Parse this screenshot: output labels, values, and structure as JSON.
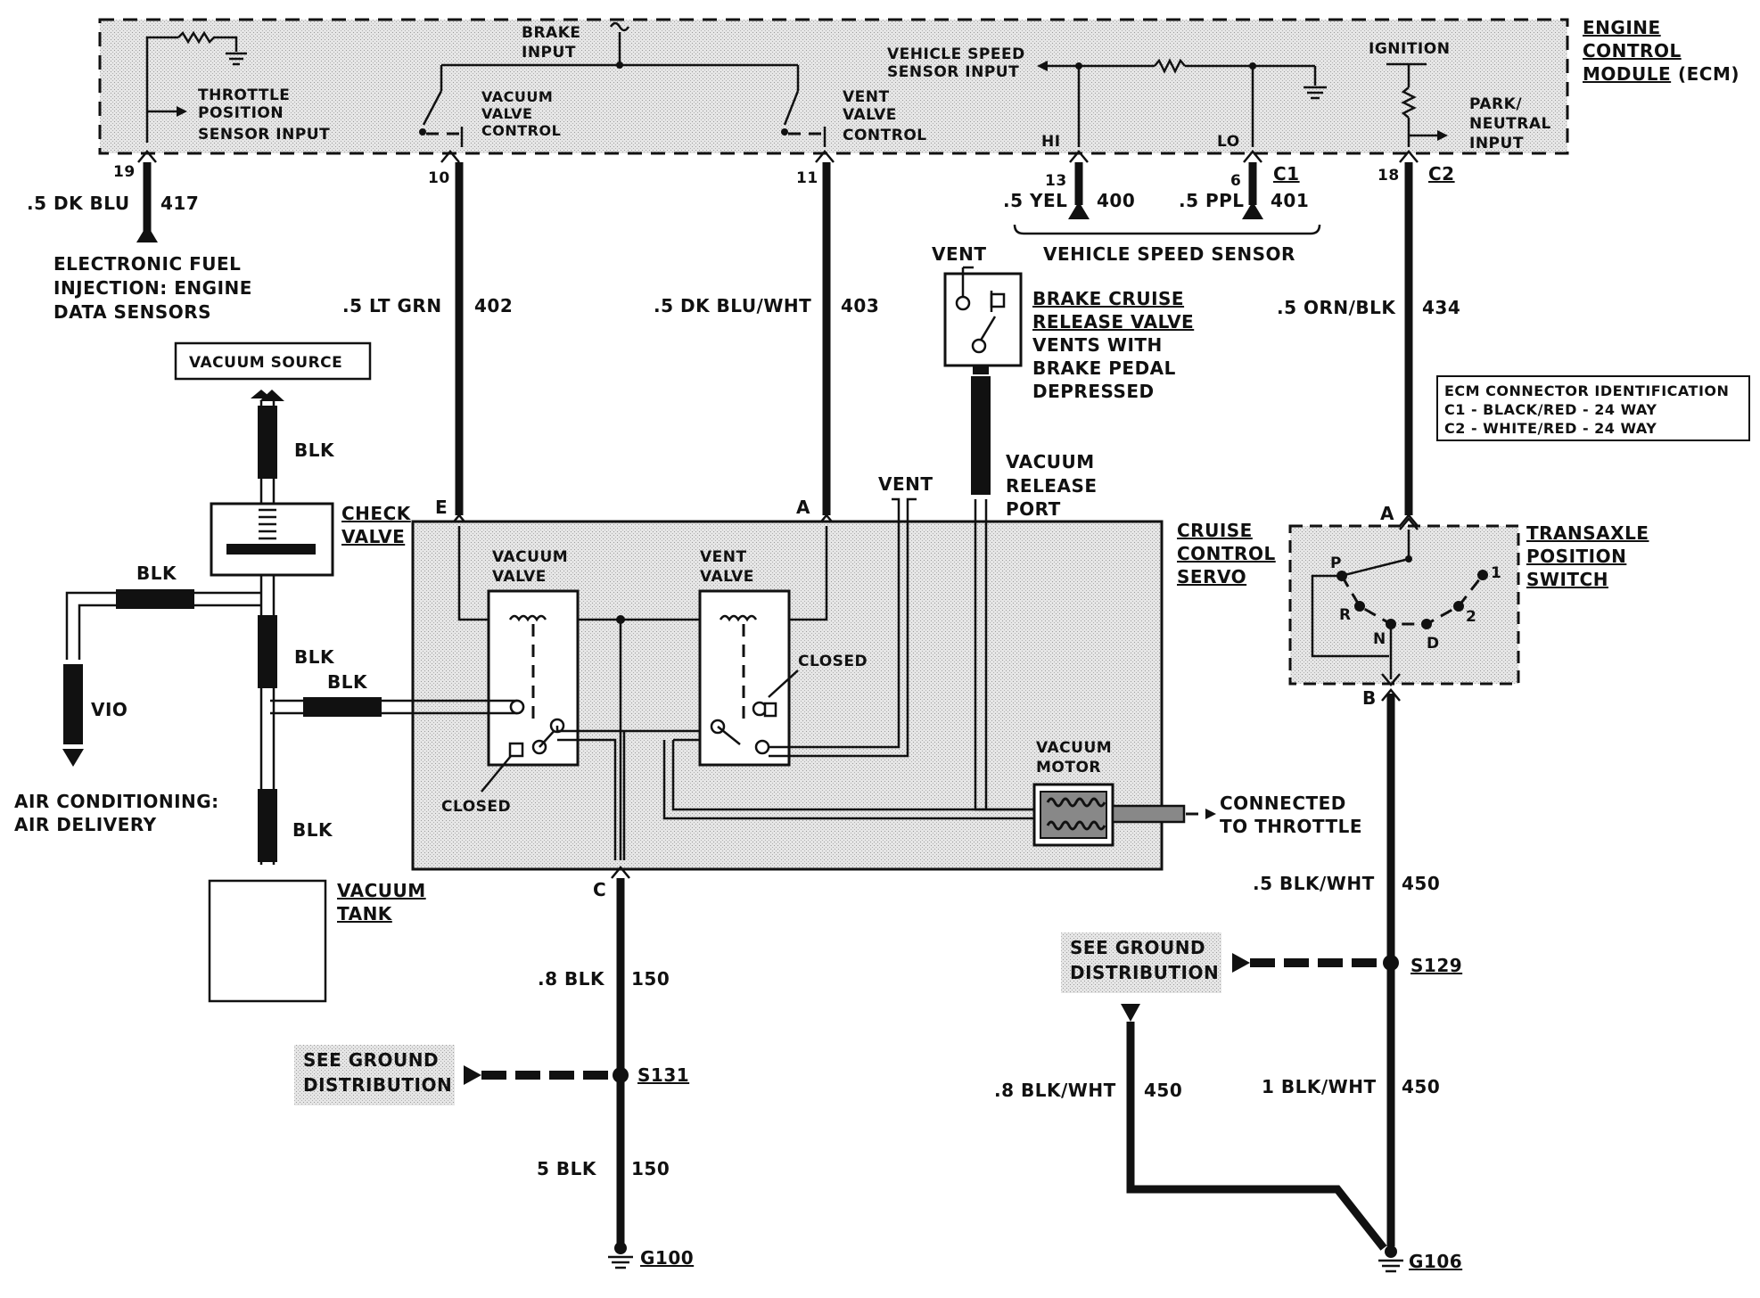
{
  "ecm": {
    "title": [
      "ENGINE",
      "CONTROL",
      "MODULE"
    ],
    "title_suffix": "(ECM)",
    "tps_input": [
      "THROTTLE",
      "POSITION",
      "SENSOR  INPUT"
    ],
    "brake_input": [
      "BRAKE",
      "INPUT"
    ],
    "vacuum_valve_control": [
      "VACUUM",
      "VALVE",
      "CONTROL"
    ],
    "vent_valve_control": [
      "VENT",
      "VALVE",
      "CONTROL"
    ],
    "vss_input": [
      "VEHICLE SPEED",
      "SENSOR INPUT"
    ],
    "ignition": "IGNITION",
    "park_neutral_input": [
      "PARK/",
      "NEUTRAL",
      "INPUT"
    ],
    "hi": "HI",
    "lo": "LO"
  },
  "pins": {
    "p19": "19",
    "p10": "10",
    "p11": "11",
    "p13": "13",
    "p6": "6",
    "p18": "18",
    "c1": "C1",
    "c2": "C2"
  },
  "wires": {
    "w417": {
      "color": ".5 DK BLU",
      "circuit": "417"
    },
    "w402": {
      "color": ".5 LT GRN",
      "circuit": "402"
    },
    "w403": {
      "color": ".5 DK BLU/WHT",
      "circuit": "403"
    },
    "w400": {
      "color": ".5 YEL",
      "circuit": "400"
    },
    "w401": {
      "color": ".5 PPL",
      "circuit": "401"
    },
    "w434": {
      "color": ".5 ORN/BLK",
      "circuit": "434"
    },
    "w450a": {
      "color": ".5 BLK/WHT",
      "circuit": "450"
    },
    "w450b": {
      "color": ".8 BLK/WHT",
      "circuit": "450"
    },
    "w450c": {
      "color": "1 BLK/WHT",
      "circuit": "450"
    },
    "w150a": {
      "color": ".8 BLK",
      "circuit": "150"
    },
    "w150b": {
      "color": "5 BLK",
      "circuit": "150"
    }
  },
  "labels": {
    "efi": [
      "ELECTRONIC FUEL",
      "INJECTION: ENGINE",
      "DATA SENSORS"
    ],
    "vss": "VEHICLE SPEED SENSOR",
    "vent_top": "VENT",
    "brake_valve_title": [
      "BRAKE CRUISE",
      "RELEASE VALVE"
    ],
    "brake_valve_desc": [
      "VENTS WITH",
      "BRAKE PEDAL",
      "DEPRESSED"
    ],
    "vacuum_source": "VACUUM SOURCE",
    "blk": "BLK",
    "vio": "VIO",
    "check_valve": [
      "CHECK",
      "VALVE"
    ],
    "ac": [
      "AIR CONDITIONING:",
      "AIR DELIVERY"
    ],
    "vacuum_tank": [
      "VACUUM",
      "TANK"
    ],
    "vent_mid": "VENT",
    "vacuum_release_port": [
      "VACUUM",
      "RELEASE",
      "PORT"
    ],
    "cruise_servo": [
      "CRUISE",
      "CONTROL",
      "SERVO"
    ],
    "vacuum_valve": [
      "VACUUM",
      "VALVE"
    ],
    "vent_valve": [
      "VENT",
      "VALVE"
    ],
    "closed": "CLOSED",
    "vacuum_motor": [
      "VACUUM",
      "MOTOR"
    ],
    "connected_throttle": [
      "CONNECTED",
      "TO THROTTLE"
    ],
    "tps_switch": [
      "TRANSAXLE",
      "POSITION",
      "SWITCH"
    ],
    "ecm_conn_title": "ECM CONNECTOR IDENTIFICATION",
    "ecm_conn_c1": "C1 - BLACK/RED - 24 WAY",
    "ecm_conn_c2": "C2 - WHITE/RED - 24 WAY",
    "see_ground": [
      "SEE GROUND",
      "DISTRIBUTION"
    ],
    "s129": "S129",
    "s131": "S131",
    "g100": "G100",
    "g106": "G106",
    "conn_e": "E",
    "conn_a": "A",
    "conn_c": "C",
    "conn_b": "B",
    "conn_a2": "A",
    "gear_p": "P",
    "gear_r": "R",
    "gear_n": "N",
    "gear_d": "D",
    "gear_2": "2",
    "gear_1": "1"
  }
}
